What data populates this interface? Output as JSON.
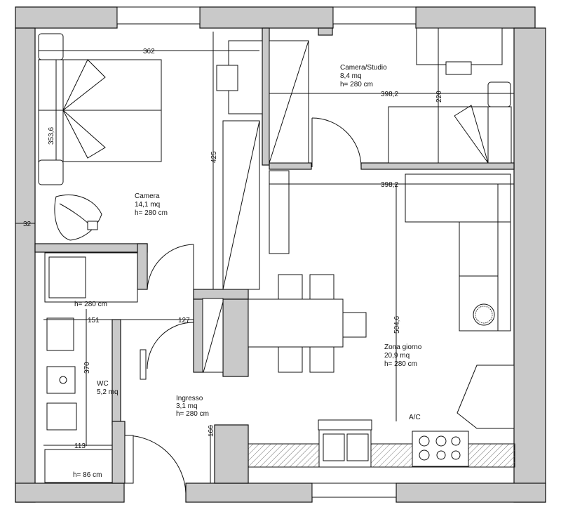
{
  "rooms": {
    "camera": {
      "name": "Camera",
      "area": "14,1 mq",
      "height": "h= 280 cm"
    },
    "studio": {
      "name": "Camera/Studio",
      "area": "8,4 mq",
      "height": "h= 280 cm"
    },
    "wc": {
      "name": "WC",
      "area": "5,2 mq",
      "height_top": "h= 280 cm",
      "height_bottom": "h= 86 cm"
    },
    "ingresso": {
      "name": "Ingresso",
      "area": "3,1 mq",
      "height": "h= 280 cm"
    },
    "giorno": {
      "name": "Zona giorno",
      "area": "20,9 mq",
      "height": "h= 280 cm"
    }
  },
  "dimensions": {
    "camera_width": "362",
    "bed_length": "353,6",
    "wardrobe_height": "425",
    "wall_32": "32",
    "studio_width": "398,2",
    "studio_depth": "220",
    "living_width": "398,2",
    "living_depth": "504,6",
    "wc_width": "151",
    "hall_width": "127",
    "wc_length": "370",
    "wc_lower": "113",
    "hall_depth": "166"
  },
  "labels": {
    "ac": "A/C"
  }
}
